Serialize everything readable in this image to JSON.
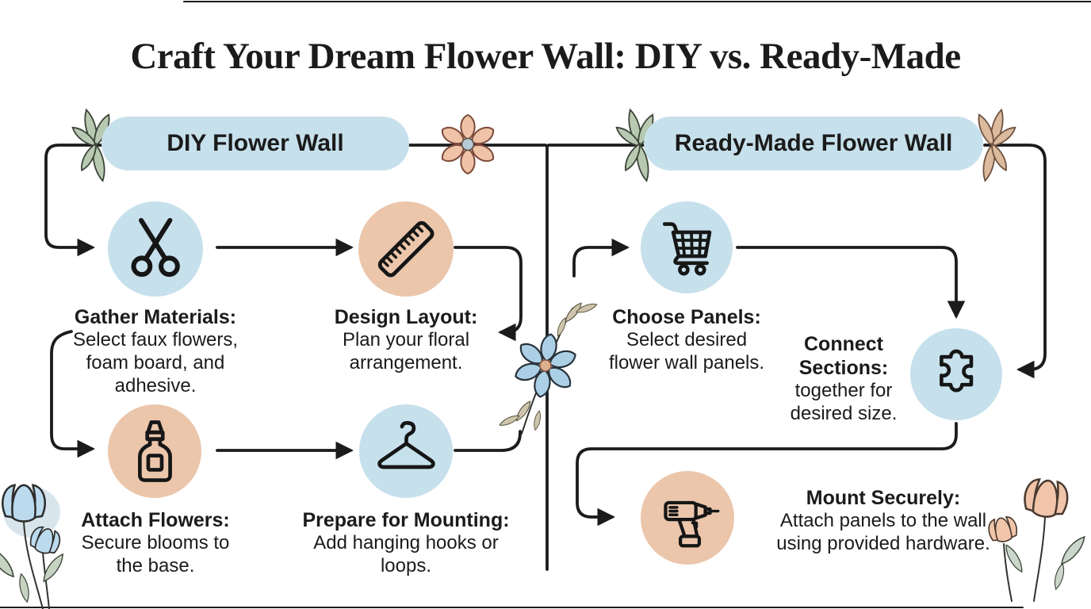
{
  "page": {
    "title": "Craft Your Dream Flower Wall: DIY vs. Ready-Made"
  },
  "columns": {
    "diy": {
      "header": "DIY Flower Wall",
      "steps": [
        {
          "icon": "scissors-icon",
          "title": "Gather Materials:",
          "description": "Select faux flowers, foam board, and adhesive."
        },
        {
          "icon": "ruler-icon",
          "title": "Design Layout:",
          "description": "Plan your floral arrangement."
        },
        {
          "icon": "glue-bottle-icon",
          "title": "Attach Flowers:",
          "description": "Secure blooms to the base."
        },
        {
          "icon": "hanger-icon",
          "title": "Prepare for Mounting:",
          "description": "Add hanging hooks or loops."
        }
      ]
    },
    "ready_made": {
      "header": "Ready-Made Flower Wall",
      "steps": [
        {
          "icon": "shopping-cart-icon",
          "title": "Choose Panels:",
          "description": "Select desired flower wall panels."
        },
        {
          "icon": "puzzle-piece-icon",
          "title": "Connect Sections:",
          "description": "together for desired size."
        },
        {
          "icon": "drill-icon",
          "title": "Mount Securely:",
          "description": "Attach panels to the wall using provided hardware."
        }
      ]
    }
  },
  "decorations": {
    "diy_header_accents": [
      "leaf-cluster-icon",
      "daisy-flower-icon"
    ],
    "ready_made_header_accents": [
      "leaf-cluster-icon",
      "leaf-cluster-icon"
    ],
    "divider_accent": "daisy-flower-with-stem-icon",
    "bottom_left_accent": "blue-flowers-bouquet-icon",
    "bottom_right_accent": "peach-flowers-bouquet-icon"
  },
  "colors": {
    "ink": "#1b1b1b",
    "circle-blue": "#c6e0ec",
    "circle-peach": "#ebc6ab",
    "pill-blue": "#c7e1ec",
    "leaf-green": "#b7c9b1",
    "leaf-tan": "#dcba9e",
    "petal-peach": "#eec3a7",
    "petal-blue": "#abd0e6",
    "stem-leaf": "#ccc4ab",
    "corner-leaf": "#c6d3c1"
  }
}
